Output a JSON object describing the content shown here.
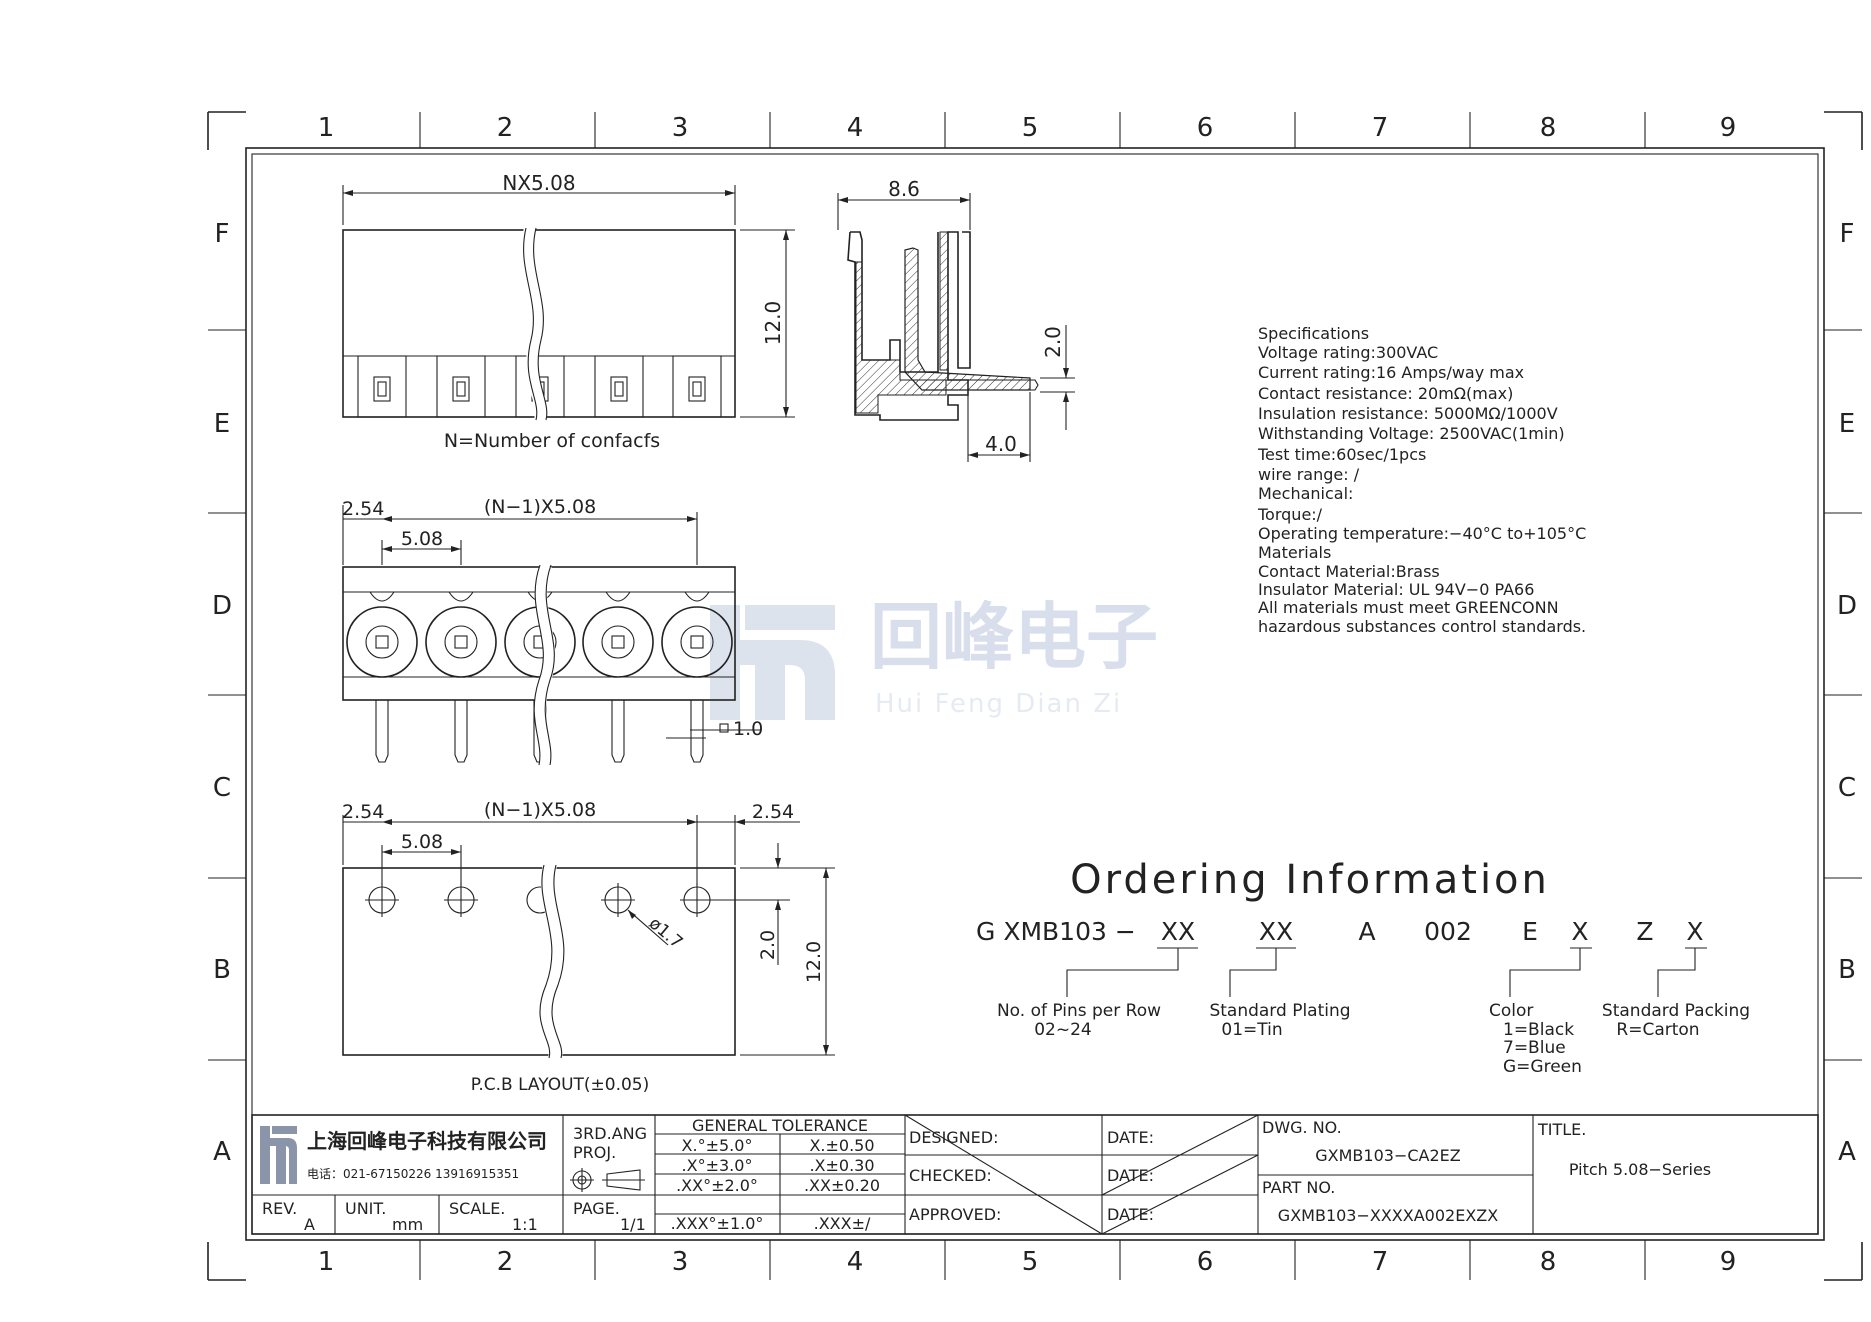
{
  "grid": {
    "columns": [
      "1",
      "2",
      "3",
      "4",
      "5",
      "6",
      "7",
      "8",
      "9"
    ],
    "rows": [
      "F",
      "E",
      "D",
      "C",
      "B",
      "A"
    ]
  },
  "top_view": {
    "width_dim": "NX5.08",
    "height_dim": "12.0",
    "caption": "N=Number of confacfs"
  },
  "side_view": {
    "width_dim": "8.6",
    "pin_dim": "2.0",
    "foot_dim": "4.0"
  },
  "front_view": {
    "dim_a": "2.54",
    "dim_pitch": "5.08",
    "dim_span": "(N−1)X5.08",
    "pin_size": "1.0"
  },
  "pcb_view": {
    "dim_a": "2.54",
    "dim_pitch": "5.08",
    "dim_span": "(N−1)X5.08",
    "dim_right": "2.54",
    "hole_dim": "ø1.7",
    "dim_v_small": "2.0",
    "dim_v_total": "12.0",
    "caption": "P.C.B LAYOUT(±0.05)"
  },
  "watermark": {
    "cn": "回峰电子",
    "en": "Hui Feng Dian Zi"
  },
  "specifications": [
    "Specifications",
    "Voltage rating:300VAC",
    "Current rating:16 Amps/way max",
    "Contact resistance: 20mΩ(max)",
    "Insulation resistance: 5000MΩ/1000V",
    "Withstanding Voltage: 2500VAC(1min)",
    "Test time:60sec/1pcs",
    "wire range: /",
    "Mechanical:",
    "Torque:/",
    "Operating temperature:−40°C to+105°C",
    "Materials",
    "Contact Material:Brass",
    "Insulator Material: UL 94V−0 PA66",
    "All materials must meet GREENCONN",
    "hazardous substances control standards."
  ],
  "ordering": {
    "title": "Ordering Information",
    "code": {
      "prefix": "G XMB103 −",
      "pins": "XX",
      "plating": "XX",
      "a": "A",
      "num": "002",
      "e": "E",
      "color": "X",
      "z": "Z",
      "packing": "X"
    },
    "pins_label": "No. of Pins per Row",
    "pins_range": "02~24",
    "plating_label": "Standard Plating",
    "plating_value": "01=Tin",
    "color_label": "Color",
    "color_values": [
      "1=Black",
      "7=Blue",
      "G=Green"
    ],
    "packing_label": "Standard Packing",
    "packing_value": "R=Carton"
  },
  "title_block": {
    "company": "上海回峰电子科技有限公司",
    "phone": "电话：021-67150226  13916915351",
    "proj_label1": "3RD.ANG",
    "proj_label2": "PROJ.",
    "tolerance_header": "GENERAL TOLERANCE",
    "tolerances": [
      [
        "X.°±5.0°",
        "X.±0.50"
      ],
      [
        ".X°±3.0°",
        ".X±0.30"
      ],
      [
        ".XX°±2.0°",
        ".XX±0.20"
      ],
      [
        ".XXX°±1.0°",
        ".XXX±/"
      ]
    ],
    "designed": "DESIGNED:",
    "checked": "CHECKED:",
    "approved": "APPROVED:",
    "date": "DATE:",
    "dwg_no_label": "DWG. NO.",
    "dwg_no": "GXMB103−CA2EZ",
    "part_no_label": "PART NO.",
    "part_no": "GXMB103−XXXXA002EXZX",
    "title_label": "TITLE.",
    "title": "Pitch 5.08−Series",
    "rev_label": "REV.",
    "rev": "A",
    "unit_label": "UNIT.",
    "unit": "mm",
    "scale_label": "SCALE.",
    "scale": "1:1",
    "page_label": "PAGE.",
    "page": "1/1"
  }
}
